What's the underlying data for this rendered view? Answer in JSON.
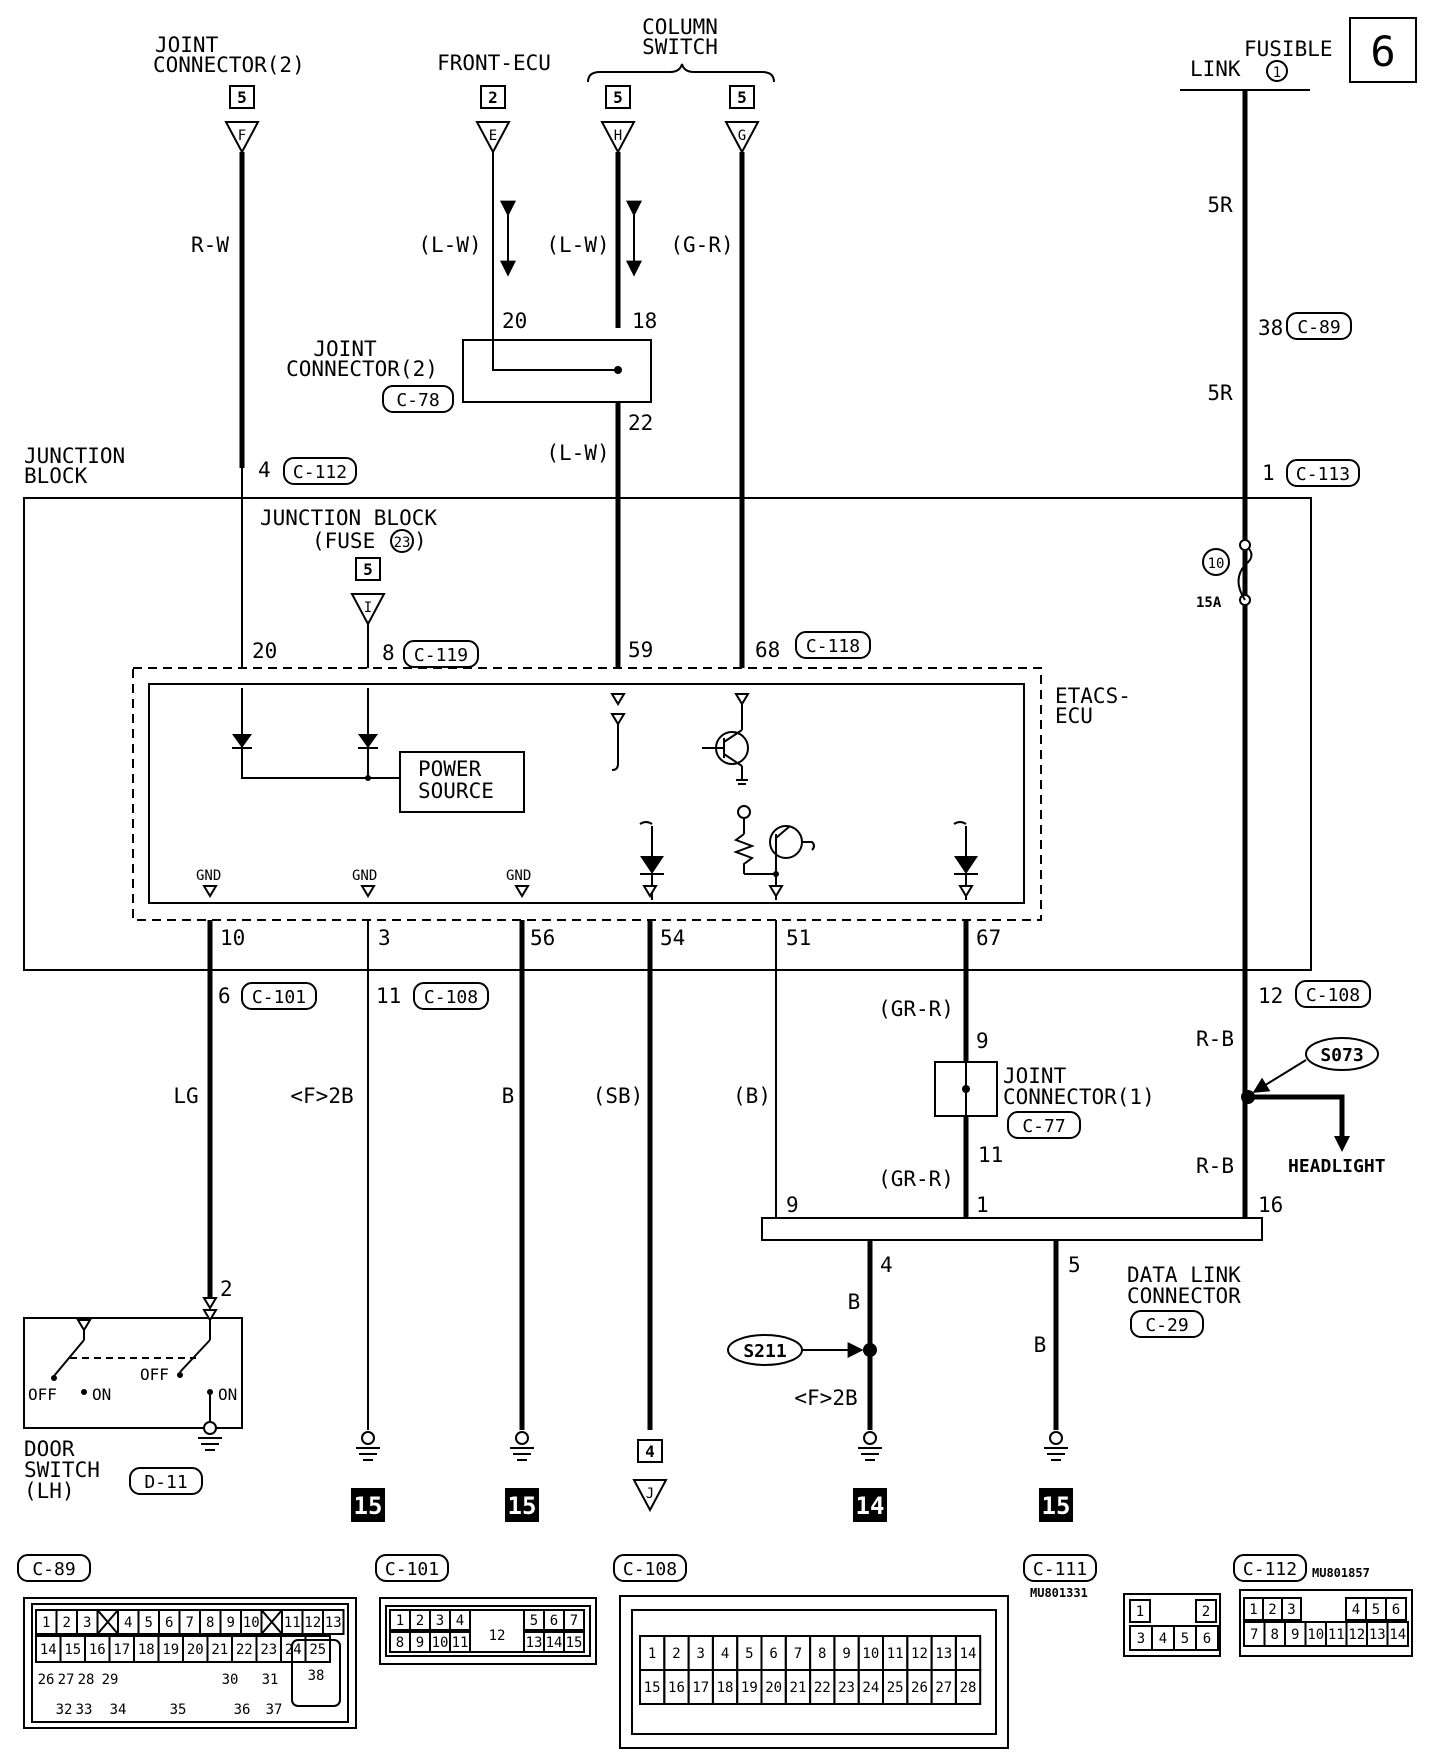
{
  "page_number": "6",
  "top": {
    "joint_connector_2": {
      "line1": "JOINT",
      "line2": "CONNECTOR(2)",
      "ref": "5",
      "letter": "F",
      "wire": "R-W"
    },
    "front_ecu": {
      "label": "FRONT-ECU",
      "ref": "2",
      "letter": "E",
      "wire": "(L-W)"
    },
    "column_switch": {
      "line1": "COLUMN",
      "line2": "SWITCH",
      "ref_h": "5",
      "letter_h": "H",
      "wire_h": "(L-W)",
      "ref_g": "5",
      "letter_g": "G",
      "wire_g": "(G-R)"
    },
    "fusible_link": {
      "line1": "FUSIBLE",
      "line2": "LINK",
      "num": "1",
      "wire_top": "5R",
      "pin": "38",
      "conn": "C-89",
      "wire_bottom": "5R"
    }
  },
  "joint_connector_c78": {
    "line1": "JOINT",
    "line2": "CONNECTOR(2)",
    "conn": "C-78",
    "pin_a": "20",
    "pin_b": "18",
    "pin_out": "22",
    "wire_out": "(L-W)"
  },
  "junction_block": {
    "line1": "JUNCTION",
    "line2": "BLOCK",
    "pin_left": "4",
    "conn_left": "C-112",
    "pin_right": "1",
    "conn_right": "C-113",
    "fuse_label1": "JUNCTION BLOCK",
    "fuse_label2": "(FUSE",
    "fuse_num": "23",
    "fuse_close": ")",
    "fuse_ref": "5",
    "fuse_letter": "I",
    "fuse10_num": "10",
    "fuse10_rating": "15A"
  },
  "etacs_ecu": {
    "line1": "ETACS-",
    "line2": "ECU",
    "pin_20": "20",
    "pin_8": "8",
    "conn_119": "C-119",
    "pin_59": "59",
    "pin_68": "68",
    "conn_118": "C-118",
    "power1": "POWER",
    "power2": "SOURCE",
    "gnd1": "GND",
    "gnd2": "GND",
    "gnd3": "GND",
    "pins_bottom": [
      "10",
      "3",
      "56",
      "54",
      "51",
      "67"
    ]
  },
  "lower": {
    "pin_6": "6",
    "conn_101": "C-101",
    "pin_11": "11",
    "conn_108a": "C-108",
    "pin_12": "12",
    "conn_108b": "C-108",
    "wire_lg": "LG",
    "wire_f2b": "<F>2B",
    "wire_b": "B",
    "wire_sb": "(SB)",
    "wire_b2": "(B)",
    "wire_grr1": "(GR-R)",
    "jc1_pin_in": "9",
    "jc1_line1": "JOINT",
    "jc1_line2": "CONNECTOR(1)",
    "jc1_conn": "C-77",
    "jc1_pin_out": "11",
    "wire_grr2": "(GR-R)",
    "wire_rb1": "R-B",
    "splice_s073": "S073",
    "headlight": "HEADLIGHT",
    "wire_rb2": "R-B",
    "dlc_pins": [
      "9",
      "1",
      "16",
      "4",
      "5"
    ],
    "dlc_line1": "DATA LINK",
    "dlc_line2": "CONNECTOR",
    "dlc_conn": "C-29",
    "wire_b3": "B",
    "splice_s211": "S211",
    "wire_f2b2": "<F>2B",
    "wire_b4": "B",
    "door_pin": "2",
    "door_off1": "OFF",
    "door_on1": "ON",
    "door_off2": "OFF",
    "door_on2": "ON",
    "door_line1": "DOOR",
    "door_line2": "SWITCH",
    "door_line3": "(LH)",
    "door_conn": "D-11",
    "ground_refs": [
      "15",
      "15",
      "14",
      "15"
    ],
    "j_ref": "4",
    "j_letter": "J"
  },
  "connectors": {
    "c89": {
      "name": "C-89",
      "row1": [
        "1",
        "2",
        "3",
        "",
        "4",
        "5",
        "6",
        "7",
        "8",
        "9",
        "10",
        "",
        "11",
        "12",
        "13"
      ],
      "row2": [
        "14",
        "15",
        "16",
        "17",
        "18",
        "19",
        "20",
        "21",
        "22",
        "23",
        "24",
        "25"
      ],
      "row3": [
        "26",
        "27",
        "28",
        "29",
        "30",
        "31"
      ],
      "row4": [
        "32",
        "33",
        "34",
        "35",
        "36",
        "37"
      ],
      "big": "38"
    },
    "c101": {
      "name": "C-101",
      "row1": [
        "1",
        "2",
        "3",
        "4",
        "5",
        "6",
        "7"
      ],
      "row2": [
        "8",
        "9",
        "10",
        "11",
        "13",
        "14",
        "15"
      ],
      "mid": "12"
    },
    "c108": {
      "name": "C-108",
      "row1": [
        "1",
        "2",
        "3",
        "4",
        "5",
        "6",
        "7",
        "8",
        "9",
        "10",
        "11",
        "12",
        "13",
        "14"
      ],
      "row2": [
        "15",
        "16",
        "17",
        "18",
        "19",
        "20",
        "21",
        "22",
        "23",
        "24",
        "25",
        "26",
        "27",
        "28"
      ]
    },
    "c111": {
      "name": "C-111",
      "part": "MU801331",
      "row1": [
        "1",
        "2"
      ],
      "row2": [
        "3",
        "4",
        "5",
        "6"
      ]
    },
    "c112": {
      "name": "C-112",
      "part": "MU801857",
      "row1": [
        "1",
        "2",
        "3",
        "4",
        "5",
        "6"
      ],
      "row2": [
        "7",
        "8",
        "9",
        "10",
        "11",
        "12",
        "13",
        "14"
      ]
    }
  }
}
